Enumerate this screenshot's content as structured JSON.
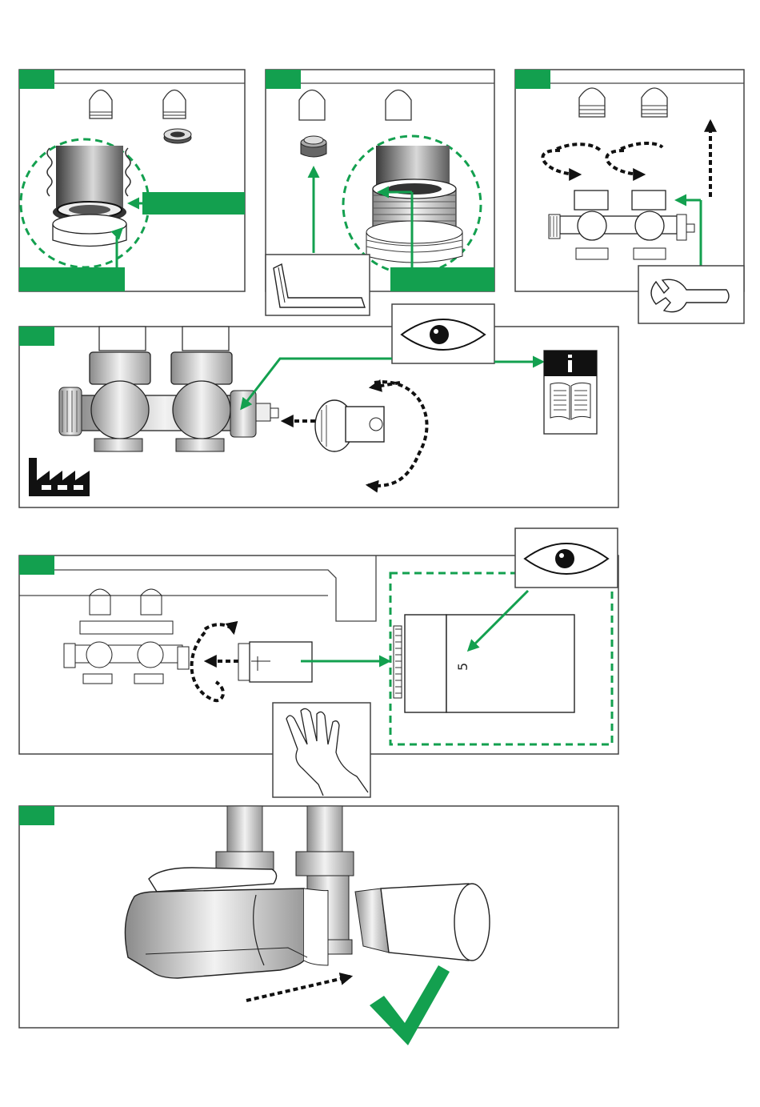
{
  "figure": {
    "panels": [
      {
        "id": "panel-1",
        "icon": "valve-insert-seal"
      },
      {
        "id": "panel-2",
        "icon": "adapter-hex-key"
      },
      {
        "id": "panel-3",
        "icon": "union-nuts-wrench"
      },
      {
        "id": "panel-4",
        "icon": "factory-preset-check"
      },
      {
        "id": "panel-5",
        "icon": "thermostat-mount"
      },
      {
        "id": "panel-6",
        "icon": "cover-slide-on"
      }
    ],
    "scale_value": "5",
    "colors": {
      "accent": "#13a04f",
      "line": "#1a1a1a",
      "frame": "#444444"
    }
  }
}
